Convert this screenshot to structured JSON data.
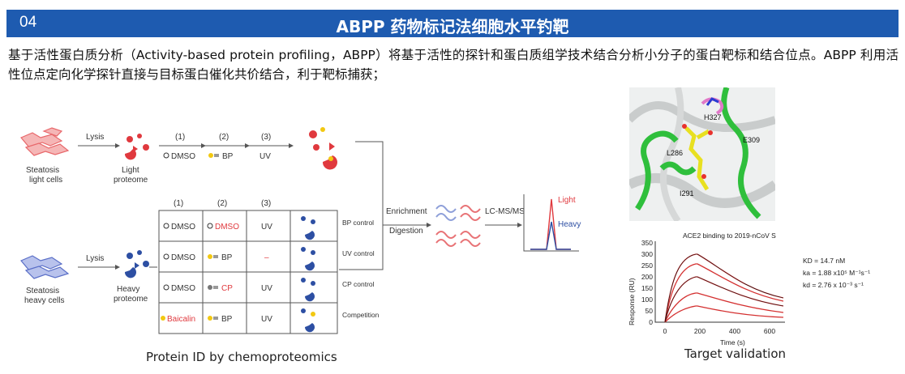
{
  "header": {
    "number": "04",
    "title": "ABPP 药物标记法细胞水平钓靶"
  },
  "intro": {
    "text": "基于活性蛋白质分析（Activity-based protein profiling，ABPP）将基于活性的探针和蛋白质组学技术结合分析小分子的蛋白靶标和结合位点。ABPP 利用活性位点定向化学探针直接与目标蛋白催化共价结合，利于靶标捕获；"
  },
  "workflow": {
    "lysis": "Lysis",
    "light_cells": [
      "Steatosis",
      "light cells"
    ],
    "light_proteome": [
      "Light",
      "proteome"
    ],
    "heavy_cells": [
      "Steatosis",
      "heavy cells"
    ],
    "heavy_proteome": [
      "Heavy",
      "proteome"
    ],
    "top_steps": [
      "(1)",
      "(2)",
      "(3)"
    ],
    "top_labels": [
      "DMSO",
      "BP",
      "UV"
    ],
    "table_headers": [
      "(1)",
      "(2)",
      "(3)"
    ],
    "rows": [
      {
        "c1": "DMSO",
        "c2": "DMSO",
        "c3": "UV",
        "label": "BP control"
      },
      {
        "c1": "DMSO",
        "c2": "BP",
        "c3": "–",
        "label": "UV control"
      },
      {
        "c1": "DMSO",
        "c2": "CP",
        "c3": "UV",
        "label": "CP control"
      },
      {
        "c1": "Baicalin",
        "c2": "BP",
        "c3": "UV",
        "label": "Competition"
      }
    ],
    "enrichment": "Enrichment",
    "digestion": "Digestion",
    "lcms": "LC-MS/MS",
    "light": "Light",
    "heavy": "Heavy",
    "caption": "Protein ID by chemoproteomics"
  },
  "structure": {
    "labels": [
      "H327",
      "E309",
      "L286",
      "I291"
    ]
  },
  "spr": {
    "title": "ACE2 binding to 2019-nCoV S",
    "ylabel": "Response (RU)",
    "xlabel": "Time (s)",
    "yticks": [
      "350",
      "300",
      "250",
      "200",
      "150",
      "100",
      "50",
      "0"
    ],
    "xticks": [
      "0",
      "200",
      "400",
      "600"
    ],
    "kd_line": "KD = 14.7 nM",
    "ka_line": "ka = 1.88 x10⁵ M⁻¹s⁻¹",
    "kdis_line": "kd = 2.76 x 10⁻³ s⁻¹",
    "caption": "Target validation"
  },
  "colors": {
    "header": "#1e5bb0",
    "light": "#e0393e",
    "heavy": "#2d4fa3",
    "green": "#2fbf3c"
  }
}
